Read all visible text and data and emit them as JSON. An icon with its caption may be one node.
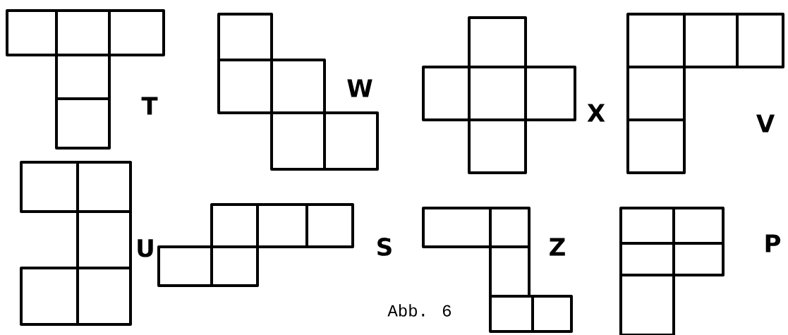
{
  "diagram": {
    "caption": "Abb. 6",
    "labels": [
      "T",
      "W",
      "X",
      "V",
      "U",
      "S",
      "Z",
      "P"
    ]
  }
}
